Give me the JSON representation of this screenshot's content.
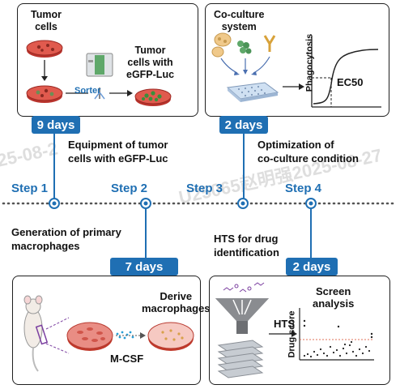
{
  "watermark": {
    "left_text": "25-08-2",
    "center_text": "U25065赵明强2025-08-27"
  },
  "panels": {
    "step1_panel": {
      "tumor_cells_label": "Tumor\ncells",
      "sorter_label": "Sorter",
      "result_label": "Tumor\ncells with\neGFP-Luc"
    },
    "step4_panel": {
      "coculture_label": "Co-culture\nsystem",
      "y_axis_label": "Phagocytosis",
      "ec50_label": "EC50"
    },
    "step2_panel": {
      "derive_label": "Derive\nmacrophages",
      "mcsf_label": "M-CSF"
    },
    "step3_panel": {
      "hts_label": "HTS",
      "screen_label": "Screen\nanalysis",
      "y_axis_label": "Drug score"
    }
  },
  "durations": {
    "step1": "9 days",
    "step4": "2 days",
    "step2": "7 days",
    "step3": "2 days"
  },
  "descriptions": {
    "step1": "Equipment of tumor\ncells with eGFP-Luc",
    "step4": "Optimization of\nco-culture condition",
    "step2": "Generation of primary\nmacrophages",
    "step3": "HTS for drug\nidentification"
  },
  "timeline": {
    "steps": [
      "Step 1",
      "Step 2",
      "Step 3",
      "Step 4"
    ]
  },
  "colors": {
    "accent": "#1f6fb3",
    "dish_red": "#d9443a",
    "cell_green": "#3a8f3a",
    "threshold_red": "#e0705a"
  }
}
